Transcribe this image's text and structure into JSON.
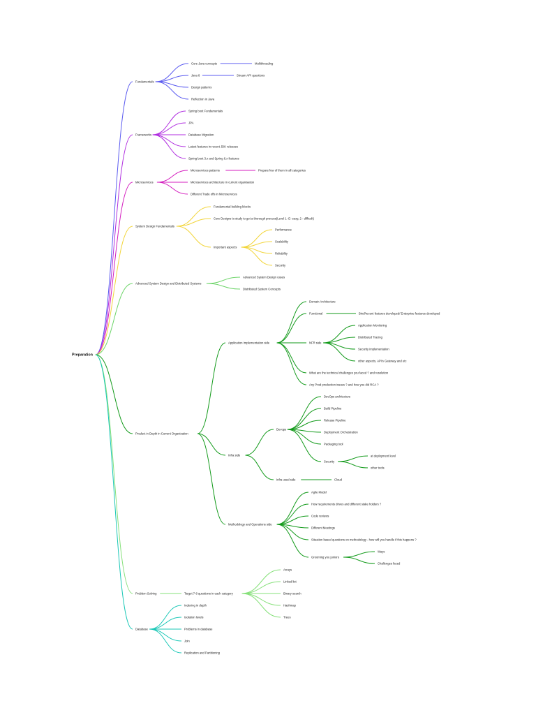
{
  "colors": {
    "fundamentals": "#5b5bf0",
    "frameworks": "#b02ee0",
    "microservices": "#d41dbf",
    "system_design": "#f2d53a",
    "advanced": "#6cd468",
    "product": "#129a1a",
    "problem_solving": "#86e07a",
    "database": "#19c7b6"
  },
  "mindmap": {
    "root": "Preparation",
    "branches": [
      {
        "label": "Fundamentals",
        "color_key": "fundamentals",
        "children": [
          {
            "label": "Core Java concepts",
            "children": [
              {
                "label": "Multithreading"
              }
            ]
          },
          {
            "label": "Java 8",
            "children": [
              {
                "label": "Stream API questions"
              }
            ]
          },
          {
            "label": "Design patterns"
          },
          {
            "label": "Reflection in Java"
          }
        ]
      },
      {
        "label": "Frameworks",
        "color_key": "frameworks",
        "children": [
          {
            "label": "Spring boot Fundamentals"
          },
          {
            "label": "JPA"
          },
          {
            "label": "Database Migration"
          },
          {
            "label": "Latest features in recent JDK releases"
          },
          {
            "label": "Spring boot 3.x and Spring 6.x features"
          }
        ]
      },
      {
        "label": "Microservices",
        "color_key": "microservices",
        "children": [
          {
            "label": "Microservices patterns",
            "children": [
              {
                "label": "Prepare few of them in all categories"
              }
            ]
          },
          {
            "label": "Microservices architecture in current organisation"
          },
          {
            "label": "Different Trade offs in Microservices"
          }
        ]
      },
      {
        "label": "System Design Fundamentals",
        "color_key": "system_design",
        "children": [
          {
            "label": "Fundamental building blocks"
          },
          {
            "label": "Core Designs to study to get a thorough process(Level 1- E- easy, 2 - difficult)"
          },
          {
            "label": "Important aspects",
            "children": [
              {
                "label": "Performance"
              },
              {
                "label": "Scalability"
              },
              {
                "label": "Reliability"
              },
              {
                "label": "Security"
              }
            ]
          }
        ]
      },
      {
        "label": "Advanced System Design and Distributed Systems",
        "color_key": "advanced",
        "children": [
          {
            "label": "Advanced System Design cases"
          },
          {
            "label": "Distributed System Concepts"
          }
        ]
      },
      {
        "label": "Product in Depth in Current Organization",
        "color_key": "product",
        "children": [
          {
            "label": "Application Implementation side",
            "children": [
              {
                "label": "Domain Architecture"
              },
              {
                "label": "Functional",
                "children": [
                  {
                    "label": "Brief/recent features developed/ Enterprise features developed"
                  }
                ]
              },
              {
                "label": "NFR side",
                "children": [
                  {
                    "label": "Application Monitoring"
                  },
                  {
                    "label": "Distributed Tracing"
                  },
                  {
                    "label": "Security implementation"
                  },
                  {
                    "label": "other aspects, API's Gateway and etc"
                  }
                ]
              },
              {
                "label": "What are the technical challenges you faced ? and resolution"
              },
              {
                "label": "Any Prod production issues ? and how you did RCA ?"
              }
            ]
          },
          {
            "label": "Infra side",
            "children": [
              {
                "label": "Devops",
                "children": [
                  {
                    "label": "DevOps architecture"
                  },
                  {
                    "label": "Build Pipeline"
                  },
                  {
                    "label": "Release Pipeline"
                  },
                  {
                    "label": "Deployment Orchestration"
                  },
                  {
                    "label": "Packaging tool"
                  },
                  {
                    "label": "Security",
                    "children": [
                      {
                        "label": "at deployment level"
                      },
                      {
                        "label": "other tools"
                      }
                    ]
                  }
                ]
              },
              {
                "label": "Infra used side",
                "children": [
                  {
                    "label": "Cloud"
                  }
                ]
              }
            ]
          },
          {
            "label": "Methodology and Operations side",
            "children": [
              {
                "label": "Agile Model"
              },
              {
                "label": "How requirements drives and different stake holders ?"
              },
              {
                "label": "Code reviews"
              },
              {
                "label": "Different Meetings"
              },
              {
                "label": "Situation based questions on methodology - how will you handle if this happens ?"
              },
              {
                "label": "Grooming you juniors",
                "children": [
                  {
                    "label": "Ways"
                  },
                  {
                    "label": "Challenges faced"
                  }
                ]
              }
            ]
          }
        ]
      },
      {
        "label": "Problem Solving",
        "color_key": "problem_solving",
        "children": [
          {
            "label": "Target 7-8 questions in each category",
            "children": [
              {
                "label": "Arrays"
              },
              {
                "label": "Linked list"
              },
              {
                "label": "Binary search"
              },
              {
                "label": "Hashmap"
              },
              {
                "label": "Trees"
              }
            ]
          }
        ]
      },
      {
        "label": "Database",
        "color_key": "database",
        "children": [
          {
            "label": "Indexing in depth"
          },
          {
            "label": "Isolation levels"
          },
          {
            "label": "Problems in database"
          },
          {
            "label": "Join"
          },
          {
            "label": "Replication and Partitioning"
          }
        ]
      }
    ]
  }
}
